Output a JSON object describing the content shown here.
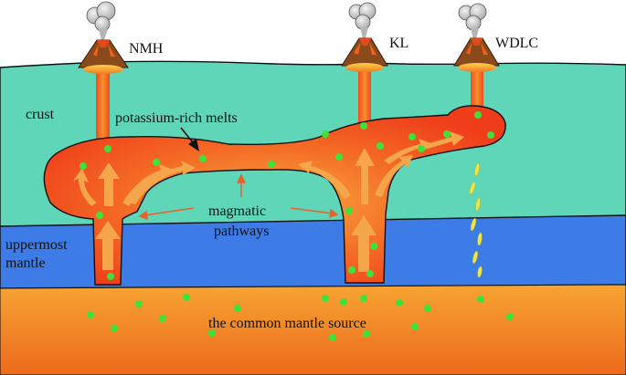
{
  "labels": {
    "volcano_left": "NMH",
    "volcano_mid": "KL",
    "volcano_right": "WDLC",
    "crust": "crust",
    "potassium": "potassium-rich melts",
    "magmatic_line1": "magmatic",
    "magmatic_line2": "pathways",
    "uppermost_line1": "uppermost",
    "uppermost_line2": "mantle",
    "mantle_source": "the common mantle source"
  },
  "colors": {
    "crust": "#5fd6b8",
    "mantle": "#3d7be6",
    "source_top": "#f39a2c",
    "source_bottom": "#ef6a1c",
    "magma": "#f24a1e",
    "magma_glow": "#f7a13a",
    "arrow": "#f5a54a",
    "melt_dot": "#3ee23a",
    "fluid": "#e9e64a",
    "ash": "#c9c9c9"
  },
  "icons": {
    "volcano": "volcano-icon",
    "eruption": "ash-cloud-icon",
    "flow": "arrow-icon"
  }
}
